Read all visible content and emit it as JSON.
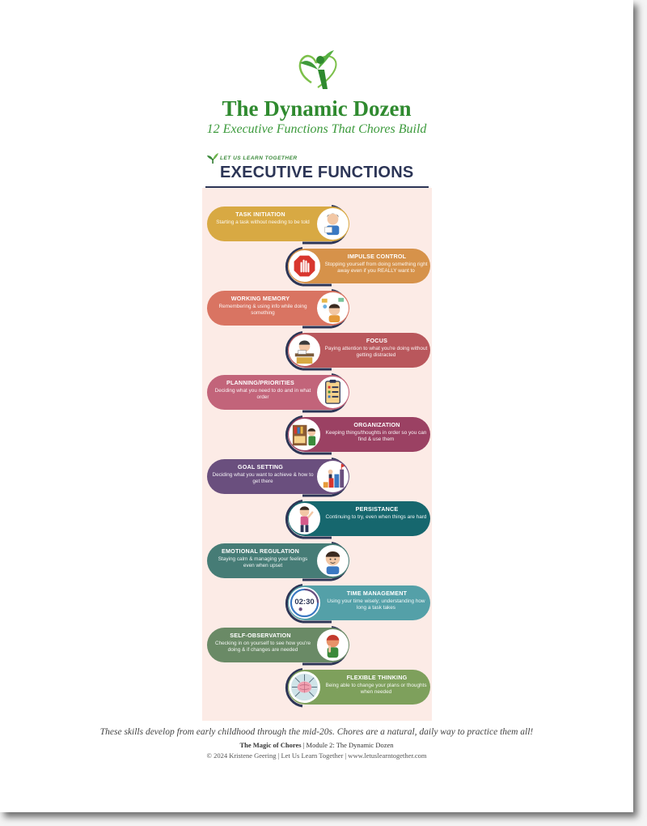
{
  "header": {
    "title": "The Dynamic Dozen",
    "subtitle": "12 Executive Functions That Chores Build"
  },
  "poster": {
    "brand": "LET US LEARN TOGETHER",
    "title": "EXECUTIVE FUNCTIONS",
    "items": [
      {
        "name": "TASK INITIATION",
        "desc": "Starting a task without needing to be told",
        "color": "#d8a943",
        "icon": "child-reading-icon"
      },
      {
        "name": "IMPULSE CONTROL",
        "desc": "Stopping yourself from doing something right away even if you REALLY want to",
        "color": "#d6924a",
        "icon": "stop-sign-icon"
      },
      {
        "name": "WORKING MEMORY",
        "desc": "Remembering & using info while doing something",
        "color": "#d97462",
        "icon": "thinking-child-icon"
      },
      {
        "name": "FOCUS",
        "desc": "Paying attention to what you're doing without getting distracted",
        "color": "#b9575c",
        "icon": "child-studying-icon"
      },
      {
        "name": "PLANNING/PRIORITIES",
        "desc": "Deciding what you need to do and in what order",
        "color": "#c2647a",
        "icon": "checklist-icon"
      },
      {
        "name": "ORGANIZATION",
        "desc": "Keeping things/thoughts in order so you can find & use them",
        "color": "#9b4163",
        "icon": "bookshelf-icon"
      },
      {
        "name": "GOAL SETTING",
        "desc": "Deciding what you want to achieve & how to get there",
        "color": "#6a4f7e",
        "icon": "goal-steps-icon"
      },
      {
        "name": "PERSISTANCE",
        "desc": "Continuing to try, even when things are hard",
        "color": "#16676e",
        "icon": "determined-child-icon"
      },
      {
        "name": "EMOTIONAL REGULATION",
        "desc": "Staying calm & managing your feelings even when upset",
        "color": "#467c76",
        "icon": "calm-child-icon"
      },
      {
        "name": "TIME MANAGEMENT",
        "desc": "Using your time wisely; understanding how long a task takes",
        "color": "#54a0a8",
        "icon": "timer-icon",
        "timer": "02:30"
      },
      {
        "name": "SELF-OBSERVATION",
        "desc": "Checking in on yourself to see how you're doing & if changes are needed",
        "color": "#6a8a66",
        "icon": "reflecting-child-icon"
      },
      {
        "name": "FLEXIBLE THINKING",
        "desc": "Being able to change your plans or thoughts when needed",
        "color": "#7ea05c",
        "icon": "brain-paths-icon"
      }
    ]
  },
  "caption": "These skills develop from early childhood through the mid-20s. Chores are a natural, daily way to practice them all!",
  "footer": {
    "course": "The Magic of Chores",
    "module": " | Module 2: The Dynamic Dozen",
    "copyright": "© 2024 Kristene Geering | Let Us Learn Together | www.letuslearntogether.com"
  },
  "colors": {
    "brand_green": "#2f8a2f",
    "navy": "#2c3556",
    "poster_bg": "#fcebe6"
  }
}
